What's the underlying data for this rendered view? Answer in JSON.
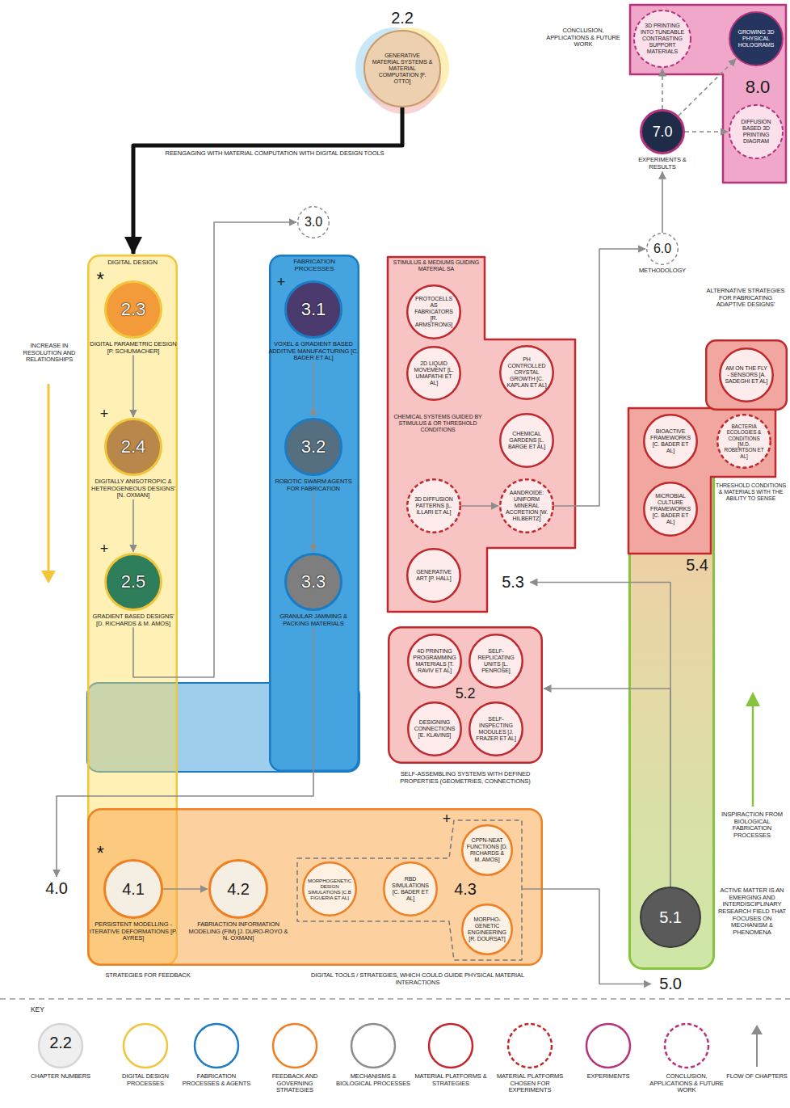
{
  "diagram": {
    "nodes": [
      {
        "text": [
          "2.2",
          "GENERATIVE MATERIAL SYSTEMS & MATERIAL COMPUTATION [F. OTTO]"
        ]
      },
      {
        "text": [
          "DIGITAL DESIGN"
        ]
      },
      {
        "text": [
          "2.3",
          "DIGITAL PARAMETRIC DESIGN [P. SCHUMACHER]"
        ],
        "in": 1
      },
      {
        "text": [
          "2.4",
          "DIGITALLY ANISOTROPIC & HETEROGENEOUS DESIGNS' [N. OXMAN]"
        ],
        "in": 1
      },
      {
        "text": [
          "2.5",
          "GRADIENT BASED DESIGNS' [D. RICHARDS & M. AMOS]"
        ],
        "in": 1
      },
      {
        "text": [
          "3.0"
        ]
      },
      {
        "text": [
          "FABRICATION PROCESSES"
        ]
      },
      {
        "text": [
          "3.1",
          "VOXEL & GRADIENT BASED ADDITIVE MANUFACTURING [C. BADER ET AL]"
        ],
        "in": 6
      },
      {
        "text": [
          "3.2",
          "ROBOTIC SWARM AGENTS FOR FABRICATION"
        ],
        "in": 6
      },
      {
        "text": [
          "3.3",
          "GRANULAR JAMMING & PACKING MATERIALS"
        ],
        "in": 6
      },
      {
        "text": [
          "STIMULUS & MEDIUMS GUIDING MATERIAL SA",
          "CHEMICAL SYSTEMS GUIDED BY STIMULUS & OR THRESHOLD CONDITIONS",
          "5.3"
        ]
      },
      {
        "text": [
          "PROTOCELLS AS FABRICATORS [R. ARMSTRONG]"
        ],
        "in": 10
      },
      {
        "text": [
          "2D LIQUID MOVEMENT [L. UMAPATHI ET AL]"
        ],
        "in": 10
      },
      {
        "text": [
          "PH CONTROLLED CRYSTAL GROWTH [C. KAPLAN ET AL]"
        ],
        "in": 10
      },
      {
        "text": [
          "CHEMICAL GARDENS [L. BARGE ET AL]"
        ],
        "in": 10
      },
      {
        "text": [
          "3D DIFFUSION PATTERNS [L. ILLARI ET AL]"
        ],
        "in": 10
      },
      {
        "text": [
          "AANDROIDE: UNIFORM MINERAL ACCRETION [W. HILBERTZ]"
        ],
        "in": 10
      },
      {
        "text": [
          "GENERATIVE ART [P. HALL]"
        ],
        "in": 10
      },
      {
        "text": [
          "5.2",
          "SELF-ASSEMBLING SYSTEMS WITH DEFINED PROPERTIES (GEOMETRIES, CONNECTIONS)"
        ]
      },
      {
        "text": [
          "4D PRINTING PROGRAMMING MATERIALS [T. RAVIV ET AL]"
        ],
        "in": 18
      },
      {
        "text": [
          "SELF-REPLICATING UNITS [L. PENROSE]"
        ],
        "in": 18
      },
      {
        "text": [
          "DESIGNING CONNECTIONS [E. KLAVINS]"
        ],
        "in": 18
      },
      {
        "text": [
          "SELF-INSPECTING MODULES [J. FRAZER ET AL]"
        ],
        "in": 18
      },
      {
        "text": [
          "4.0",
          "STRATEGIES FOR FEEDBACK",
          "DIGITAL TOOLS / STRATEGIES, WHICH COULD GUIDE PHYSICAL MATERIAL INTERACTIONS"
        ]
      },
      {
        "text": [
          "4.1",
          "PERSISTENT MODELLING - ITERATIVE DEFORMATIONS [P. AYRES]"
        ],
        "in": 23
      },
      {
        "text": [
          "4.2",
          "FABRIACTION INFORMATION MODELING (FIM) [J. DURO-ROYO & N. OXMAN]"
        ],
        "in": 23
      },
      {
        "text": [
          "4.3"
        ],
        "in": 23
      },
      {
        "text": [
          "MORPHOGENETIC DESIGN SIMULATIONS [C.B FIGUERIA ET AL]"
        ],
        "in": 26
      },
      {
        "text": [
          "RBD SIMULATIONS [C. BADER ET AL]"
        ],
        "in": 26
      },
      {
        "text": [
          "CPPN-NEAT FUNCTIONS [D. RICHARDS & M. AMOS]"
        ],
        "in": 26
      },
      {
        "text": [
          "MORPHO-GENETIC ENGINEERING [R. DOURSAT]"
        ],
        "in": 26
      },
      {
        "text": [
          "6.0",
          "METHODOLOGY"
        ]
      },
      {
        "text": [
          "7.0",
          "EXPERIMENTS & RESULTS"
        ]
      },
      {
        "text": [
          "8.0"
        ]
      },
      {
        "text": [
          "3D PRINTING INTO TUNEABLE CONTRASTING SUPPORT MATERIALS"
        ],
        "in": 33
      },
      {
        "text": [
          "GROWING 3D PHYSICAL HOLOGRAMS"
        ],
        "in": 33
      },
      {
        "text": [
          "DIFFUSION BASED 3D PRINTING DIAGRAM"
        ],
        "in": 33
      },
      {
        "text": [
          "5.0"
        ]
      },
      {
        "text": [
          "5.1"
        ],
        "in": 37
      },
      {
        "text": [
          "5.4",
          "THRESHOLD CONDITIONS & MATERIALS WITH THE ABILITY TO SENSE"
        ]
      },
      {
        "text": [
          "BIOACTIVE FRAMEWORKS [C. BADER ET AL]"
        ],
        "in": 39
      },
      {
        "text": [
          "BACTERIA ECOLOGIES & CONDITIONS [M.D. ROBERTSON ET AL]"
        ],
        "in": 39
      },
      {
        "text": [
          "MICROBIAL CULTURE FRAMEWORKS [C. BADER ET AL]"
        ],
        "in": 39
      },
      {
        "text": [
          "ALTERNATIVE STRATEGIES FOR FABRICATING ADAPTIVE DESIGNS'"
        ]
      },
      {
        "text": [
          "AM ON THE FLY - SENSORS [A. SADEGHI ET AL]"
        ],
        "in": 43
      }
    ],
    "edges": [
      {
        "from": 0,
        "to": 1,
        "label": "REENGAGING WITH MATERIAL COMPUTATION WITH DIGITAL DESIGN TOOLS",
        "arrow": "to"
      },
      {
        "from": 2,
        "to": 3,
        "arrow": "to"
      },
      {
        "from": 3,
        "to": 4,
        "arrow": "to"
      },
      {
        "from": 4,
        "to": 5,
        "arrow": "to"
      },
      {
        "from": 7,
        "to": 8,
        "arrow": "to"
      },
      {
        "from": 8,
        "to": 9,
        "arrow": "to"
      },
      {
        "from": 9,
        "to": 23,
        "arrow": "to"
      },
      {
        "from": 15,
        "to": 16,
        "arrow": "to"
      },
      {
        "from": 16,
        "to": 31,
        "arrow": "to"
      },
      {
        "from": 24,
        "to": 25,
        "arrow": "to"
      },
      {
        "from": 26,
        "to": 37,
        "arrow": "to"
      },
      {
        "from": 38,
        "to": 10,
        "arrow": "to"
      },
      {
        "from": 38,
        "to": 18,
        "arrow": "to"
      },
      {
        "from": 31,
        "to": 32,
        "arrow": "to"
      },
      {
        "from": 32,
        "to": 34,
        "arrow": "to"
      },
      {
        "from": 32,
        "to": 35,
        "arrow": "to"
      },
      {
        "from": 32,
        "to": 36,
        "arrow": "to"
      }
    ],
    "labels": [
      "*",
      "+",
      "+",
      "+",
      "*",
      "+",
      "INCREASE IN RESOLUTION AND RELATIONSHIPS",
      "CONCLUSION, APPLICATIONS & FUTURE WORK",
      "INSPIRACTION FROM BIOLOGICAL FABRICATION PROCESSES",
      "ACTIVE MATTER IS AN EMERGING AND INTERDISCIPLINARY RESEARCH FIELD THAT FOCUSES ON MECHANISM & PHENOMENA",
      "KEY",
      "2.2"
    ],
    "legend": [
      {
        "text": "CHAPTER NUMBERS"
      },
      {
        "text": "DIGITAL DESIGN PROCESSES"
      },
      {
        "text": "FABRICATION PROCESSES & AGENTS"
      },
      {
        "text": "FEEDBACK AND GOVERNING STRATEGIES"
      },
      {
        "text": "MECHANISMS & BIOLOGICAL PROCESSES"
      },
      {
        "text": "MATERIAL PLATFORMS & STRATEGIES"
      },
      {
        "text": "MATERIAL PLATFORMS CHOSEN FOR EXPERIMENTS"
      },
      {
        "text": "EXPERIMENTS"
      },
      {
        "text": "CONCLUSION, APPLICATIONS & FUTURE WORK"
      },
      {
        "text": "FLOW OF CHAPTERS"
      }
    ]
  }
}
